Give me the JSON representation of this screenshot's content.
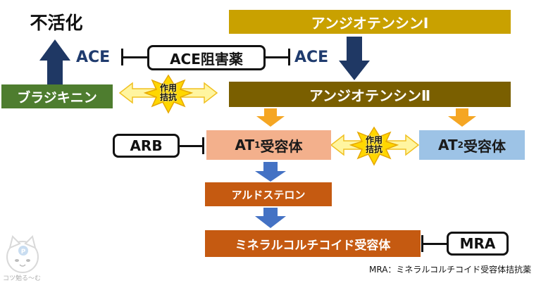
{
  "inactivation": "不活化",
  "ace_left": "ACE",
  "ace_right": "ACE",
  "ace_inhibitor": "ACE阻害薬",
  "bradykinin": "ブラジキニン",
  "angiotensin1": "アンジオテンシンⅠ",
  "angiotensin2": "アンジオテンシンⅡ",
  "antagonism_top": [
    "作用",
    "拮抗"
  ],
  "antagonism_mid": [
    "作用",
    "拮抗"
  ],
  "arb": "ARB",
  "at1_prefix": "AT",
  "at1_sub": "1",
  "at1_suffix": "受容体",
  "at2_prefix": "AT",
  "at2_sub": "2",
  "at2_suffix": "受容体",
  "aldosterone": "アルドステロン",
  "mineralocorticoid_receptor": "ミネラルコルチコイド受容体",
  "mra": "MRA",
  "footnote": "MRA：ミネラルコルチコイド受容体拮抗薬",
  "watermark": "コツ勉る〜む",
  "colors": {
    "angiotensin1": "#c9a100",
    "angiotensin2": "#7a5f00",
    "bradykinin": "#4e7d2f",
    "at1": "#f3b08c",
    "at2": "#9dc3e6",
    "aldosterone": "#c55a11",
    "mr": "#c55a11",
    "blue_arrow": "#2f5597",
    "dark_arrow": "#1f3864",
    "orange_arrow": "#f5a623",
    "burst": "#ffd700"
  }
}
